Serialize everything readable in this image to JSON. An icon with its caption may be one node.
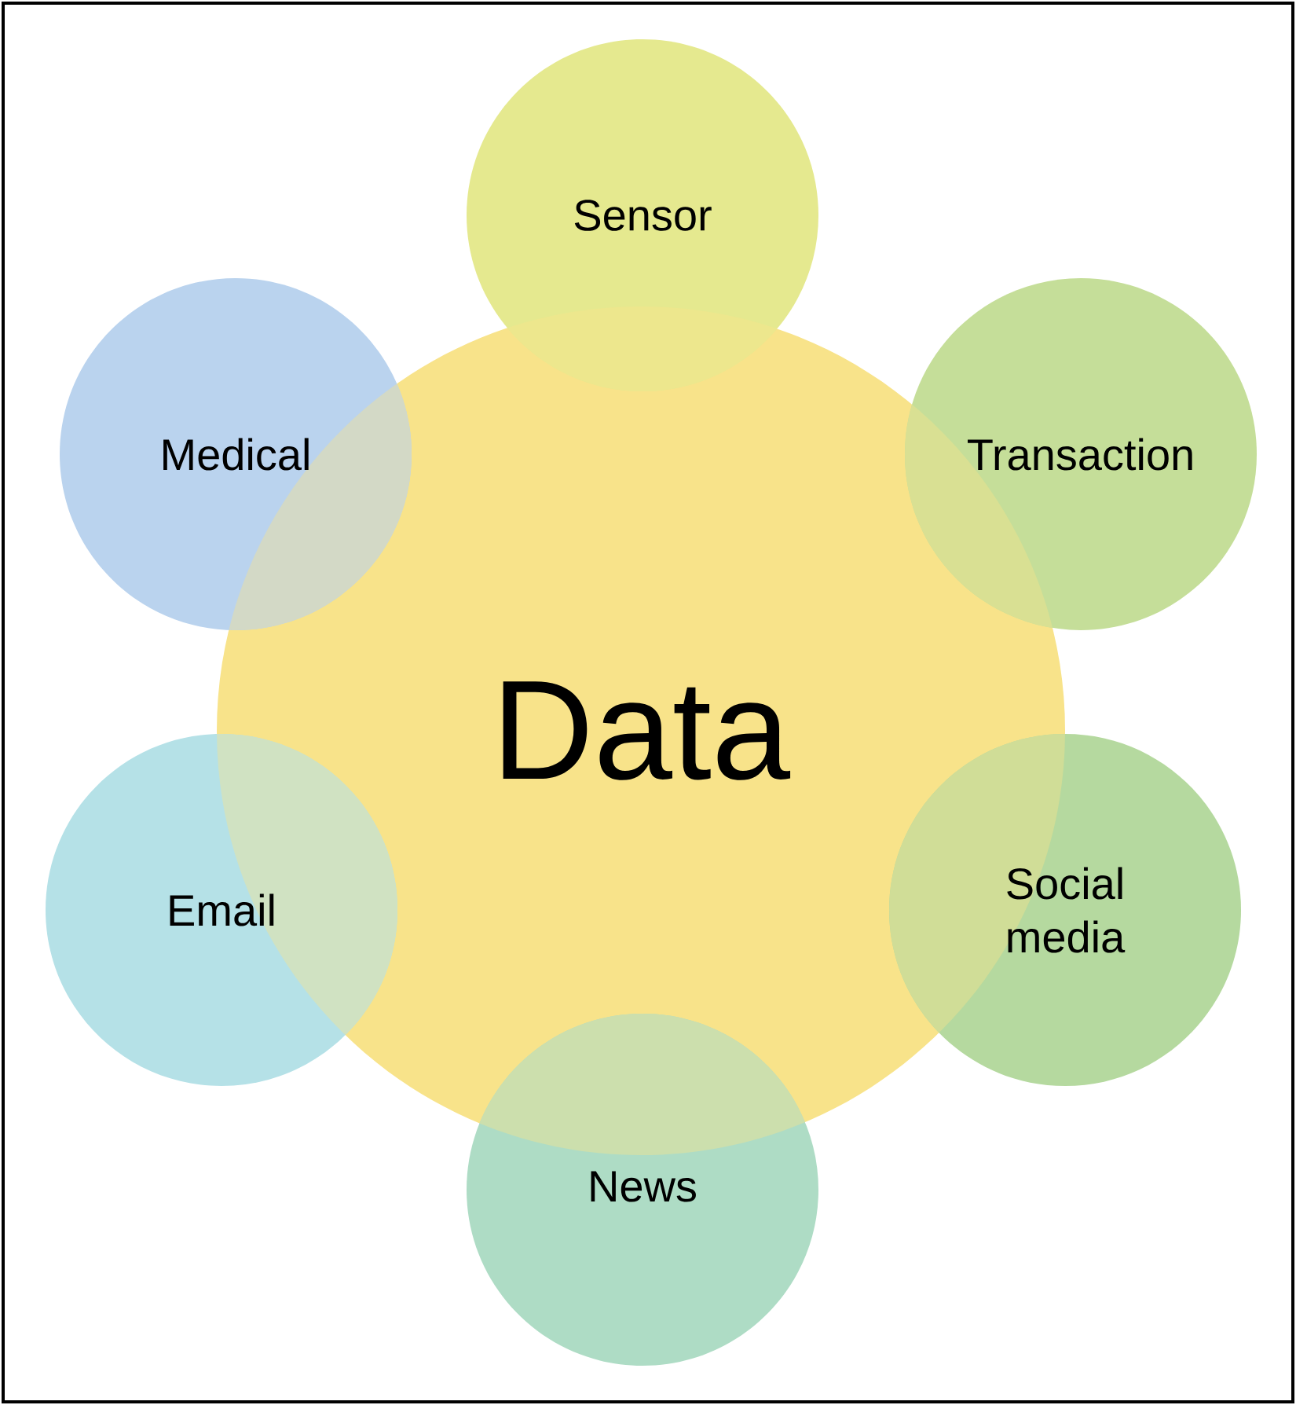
{
  "diagram": {
    "nodes": [
      {
        "text": [
          "Data"
        ]
      },
      {
        "text": [
          "Sensor"
        ]
      },
      {
        "text": [
          "Transaction"
        ]
      },
      {
        "text": [
          "Social media"
        ]
      },
      {
        "text": [
          "News"
        ]
      },
      {
        "text": [
          "Email"
        ]
      },
      {
        "text": [
          "Medical"
        ]
      }
    ]
  }
}
